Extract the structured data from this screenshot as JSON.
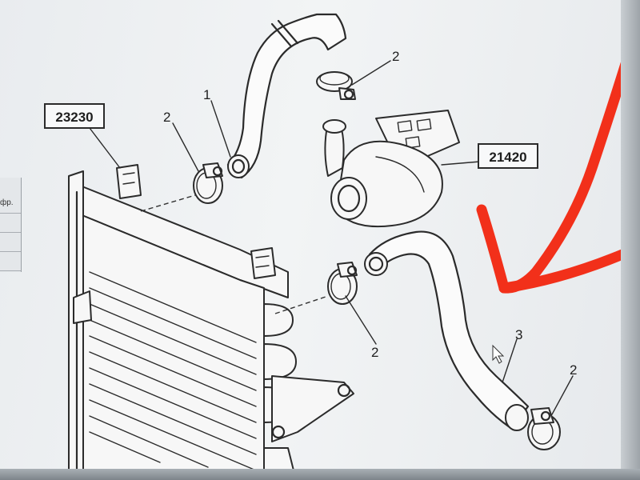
{
  "callouts": {
    "box_23230": "23230",
    "box_21420": "21420",
    "label_1": "1",
    "label_2_top": "2",
    "label_2_left_clamp": "2",
    "label_2_mid": "2",
    "label_2_bottom": "2",
    "label_3": "3"
  },
  "side_panel": {
    "text": "фр."
  },
  "colors": {
    "annotation_arrow": "#f2301a",
    "line": "#2b2b2b",
    "paper": "#f2f4f5"
  }
}
